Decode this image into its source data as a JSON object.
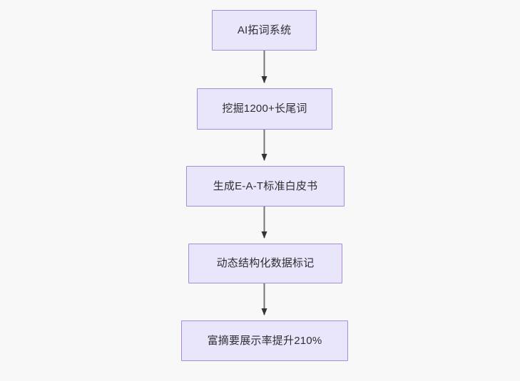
{
  "diagram": {
    "type": "flowchart",
    "direction": "top-to-bottom",
    "background_color": "#f8f8f8",
    "node_fill_color": "#e9e6fb",
    "node_border_color": "#a78bdb",
    "node_text_color": "#2e2e33",
    "edge_line_color": "#777777",
    "edge_arrowhead_color": "#333333",
    "nodes": [
      {
        "id": "n1",
        "label": "AI拓词系统"
      },
      {
        "id": "n2",
        "label": "挖掘1200+长尾词"
      },
      {
        "id": "n3",
        "label": "生成E-A-T标准白皮书"
      },
      {
        "id": "n4",
        "label": "动态结构化数据标记"
      },
      {
        "id": "n5",
        "label": "富摘要展示率提升210%"
      }
    ],
    "edges": [
      {
        "from": "n1",
        "to": "n2",
        "label": "",
        "arrow": "arrow-down-icon"
      },
      {
        "from": "n2",
        "to": "n3",
        "label": "",
        "arrow": "arrow-down-icon"
      },
      {
        "from": "n3",
        "to": "n4",
        "label": "",
        "arrow": "arrow-down-icon"
      },
      {
        "from": "n4",
        "to": "n5",
        "label": "",
        "arrow": "arrow-down-icon"
      }
    ]
  }
}
